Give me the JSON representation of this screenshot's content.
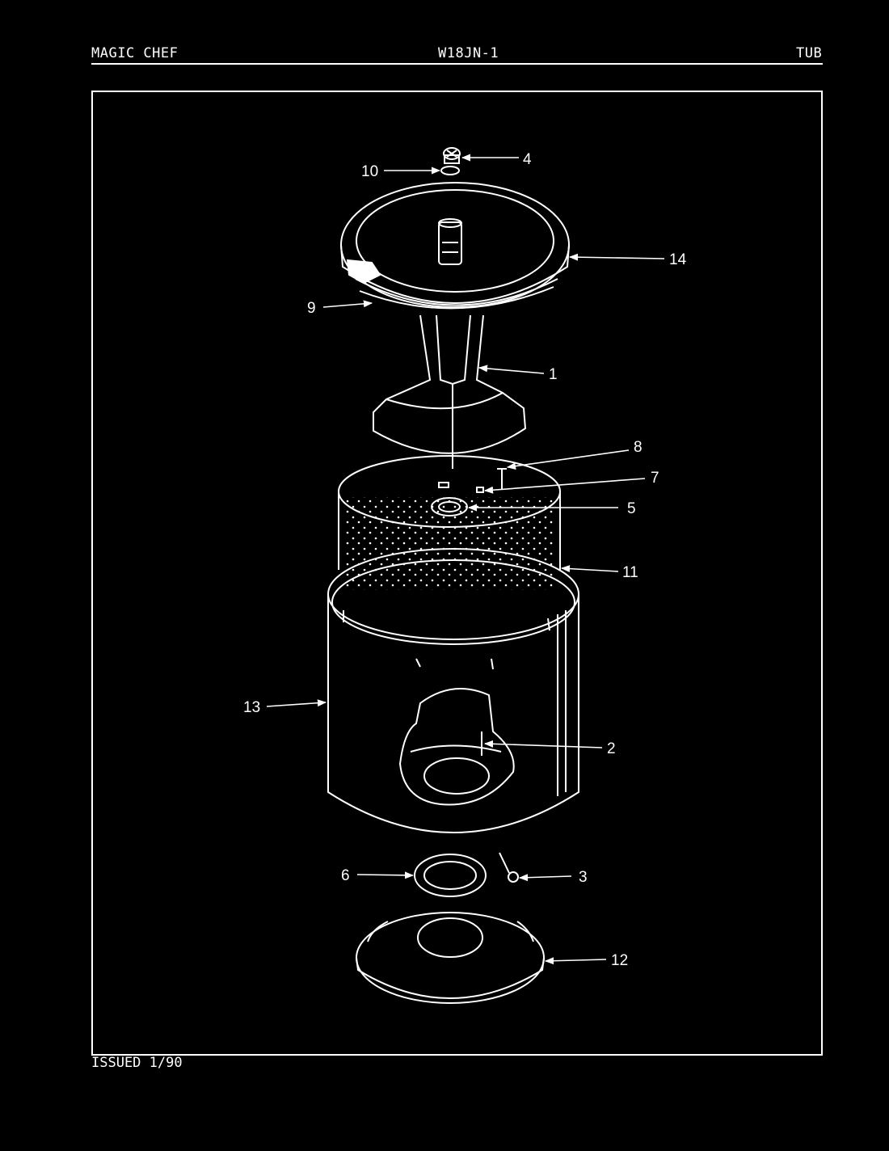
{
  "header": {
    "brand": "MAGIC CHEF",
    "model": "W18JN-1",
    "section": "TUB"
  },
  "footer": {
    "issued": "ISSUED 1/90"
  },
  "callouts": [
    {
      "id": "c4",
      "label": "4"
    },
    {
      "id": "c10",
      "label": "10"
    },
    {
      "id": "c14",
      "label": "14"
    },
    {
      "id": "c9",
      "label": "9"
    },
    {
      "id": "c1",
      "label": "1"
    },
    {
      "id": "c8",
      "label": "8"
    },
    {
      "id": "c7",
      "label": "7"
    },
    {
      "id": "c5",
      "label": "5"
    },
    {
      "id": "c11",
      "label": "11"
    },
    {
      "id": "c13",
      "label": "13"
    },
    {
      "id": "c2",
      "label": "2"
    },
    {
      "id": "c6",
      "label": "6"
    },
    {
      "id": "c3",
      "label": "3"
    },
    {
      "id": "c12",
      "label": "12"
    }
  ]
}
